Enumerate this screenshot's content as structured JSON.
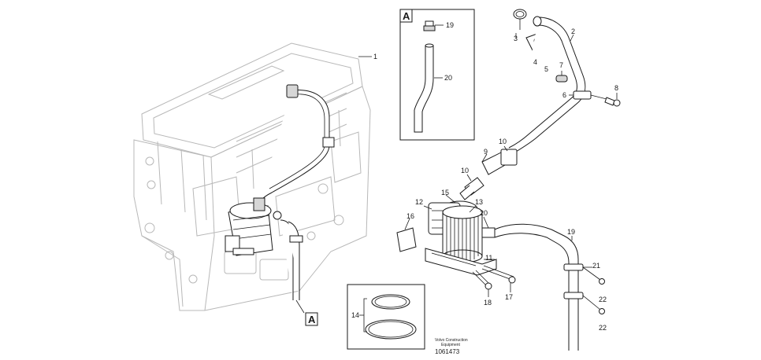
{
  "callouts": {
    "c1": "1",
    "c2": "2",
    "c3": "3",
    "c4": "4",
    "c5": "5",
    "c6": "6",
    "c7": "7",
    "c8": "8",
    "c9": "9",
    "c10a": "10",
    "c10b": "10",
    "c11": "11",
    "c12": "12",
    "c13": "13",
    "c14": "14",
    "c15": "15",
    "c16": "16",
    "c17": "17",
    "c18": "18",
    "c19a": "19",
    "c19b": "19",
    "c20a": "20",
    "c20b": "20",
    "c21": "21",
    "c22a": "22",
    "c22b": "22"
  },
  "detail_marker": {
    "top_box": "A",
    "bottom_box": "A"
  },
  "footer": {
    "copyright_line1": "Volvo Construction",
    "copyright_line2": "Equipment",
    "drawing_number": "1061473"
  }
}
